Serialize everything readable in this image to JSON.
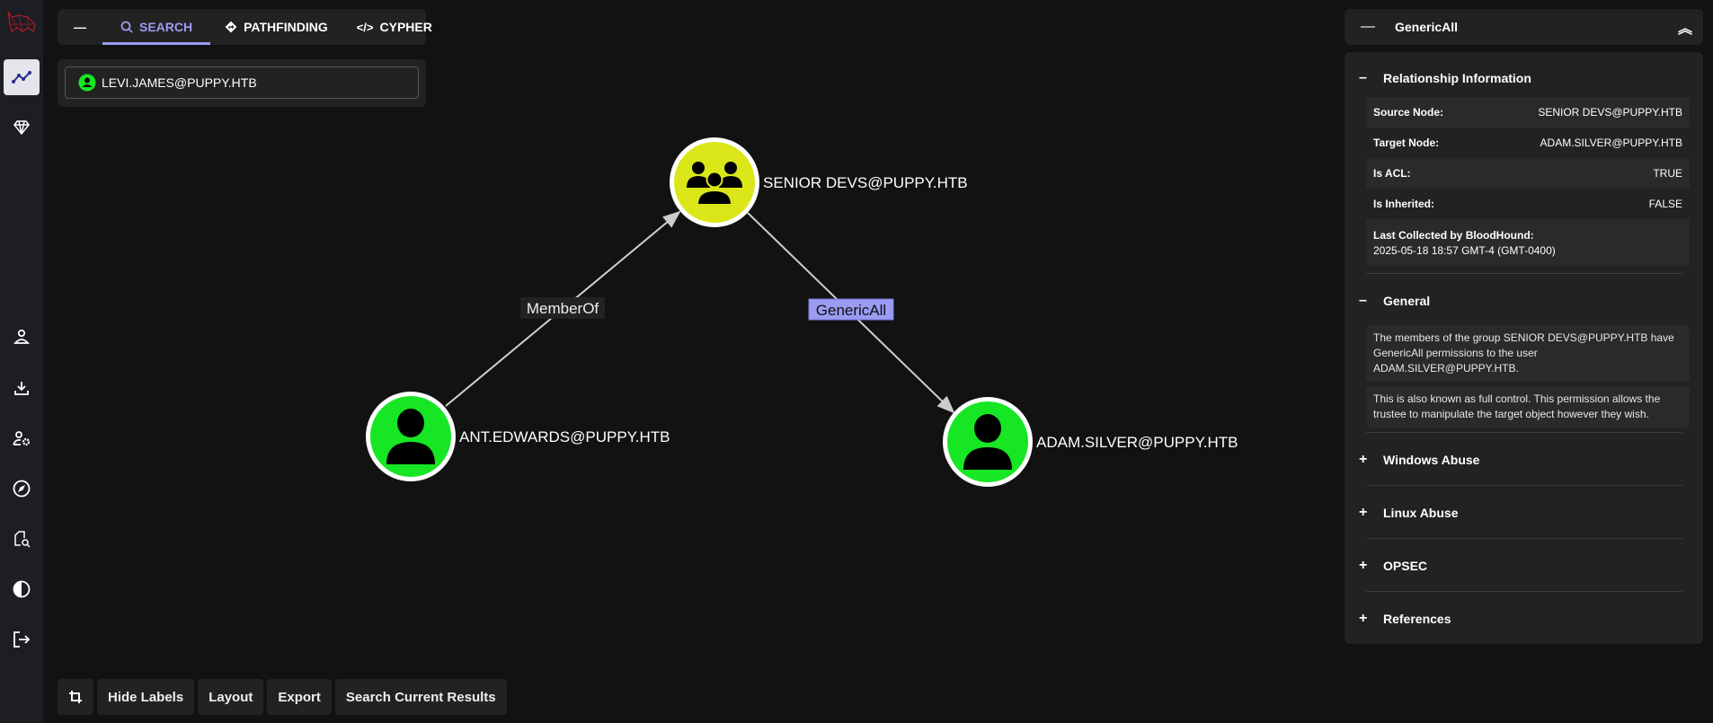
{
  "tabs": {
    "search": "SEARCH",
    "pathfinding": "PATHFINDING",
    "cypher": "CYPHER"
  },
  "search": {
    "value": "LEVI.JAMES@PUPPY.HTB"
  },
  "graph": {
    "nodes": [
      {
        "id": "senior",
        "label": "SENIOR DEVS@PUPPY.HTB",
        "type": "group",
        "color": "#dbe619"
      },
      {
        "id": "ant",
        "label": "ANT.EDWARDS@PUPPY.HTB",
        "type": "user",
        "color": "#17e625"
      },
      {
        "id": "adam",
        "label": "ADAM.SILVER@PUPPY.HTB",
        "type": "user",
        "color": "#17e625"
      }
    ],
    "edges": [
      {
        "label": "MemberOf",
        "from": "ant",
        "to": "senior"
      },
      {
        "label": "GenericAll",
        "from": "senior",
        "to": "adam",
        "selected": true
      }
    ]
  },
  "toolbar": {
    "hide_labels": "Hide Labels",
    "layout": "Layout",
    "export": "Export",
    "search_current": "Search Current Results"
  },
  "panel": {
    "title": "GenericAll",
    "relationship": {
      "title": "Relationship Information",
      "rows": [
        {
          "label": "Source Node:",
          "value": "SENIOR DEVS@PUPPY.HTB"
        },
        {
          "label": "Target Node:",
          "value": "ADAM.SILVER@PUPPY.HTB"
        },
        {
          "label": "Is ACL:",
          "value": "TRUE"
        },
        {
          "label": "Is Inherited:",
          "value": "FALSE"
        }
      ],
      "last_collected_label": "Last Collected by BloodHound:",
      "last_collected_value": "2025-05-18 18:57 GMT-4 (GMT-0400)"
    },
    "general": {
      "title": "General",
      "p1": "The members of the group SENIOR DEVS@PUPPY.HTB have GenericAll permissions to the user ADAM.SILVER@PUPPY.HTB.",
      "p2": "This is also known as full control. This permission allows the trustee to manipulate the target object however they wish."
    },
    "sections": [
      "Windows Abuse",
      "Linux Abuse",
      "OPSEC",
      "References"
    ]
  }
}
